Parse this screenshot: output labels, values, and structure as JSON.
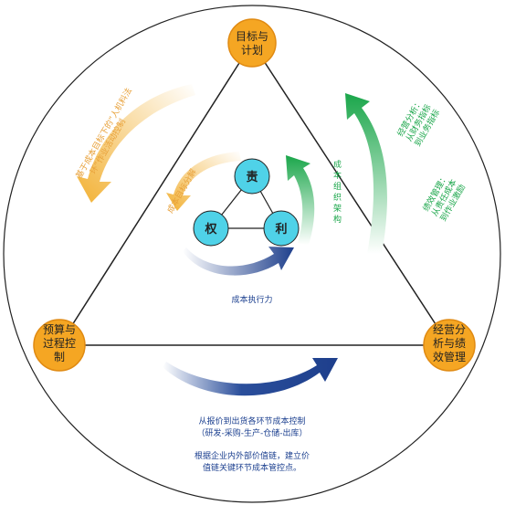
{
  "nodes": {
    "top": [
      "目标与",
      "计划"
    ],
    "left": [
      "预算与",
      "过程控",
      "制"
    ],
    "right": [
      "经营分",
      "析与绩",
      "效管理"
    ]
  },
  "core": {
    "a": "责",
    "b": "权",
    "c": "利"
  },
  "labels": {
    "cost_execution": "成本执行力",
    "cost_control_1": "从报价到出货各环节成本控制",
    "cost_control_2": "（研发-采购-生产-仓储-出库）",
    "value_chain_1": "根据企业内外部价值链，建立价",
    "value_chain_2": "值链关键环节成本管控点。",
    "cost_structure": [
      "成",
      "本",
      "组",
      "织",
      "架",
      "构"
    ],
    "cost_target_decomp": "成本目标分解",
    "cost_target_activity_1": "基于成本目标下的“人机料法",
    "cost_target_activity_2": "环”作业活动控制",
    "biz_analysis_1": "经营分析：",
    "biz_analysis_2": "从财务指标",
    "biz_analysis_3": "到业务指标",
    "perf_mgmt_1": "绩效管理：",
    "perf_mgmt_2": "从责任成本",
    "perf_mgmt_3": "到作业激励"
  },
  "colors": {
    "node_fill": "#f5a623",
    "node_stroke": "#e8a13a",
    "core_fill": "#4fd2e8",
    "blue_arrow": "#1e3f8c",
    "green_arrow": "#1aa64a",
    "orange_arrow": "#f2b134"
  }
}
